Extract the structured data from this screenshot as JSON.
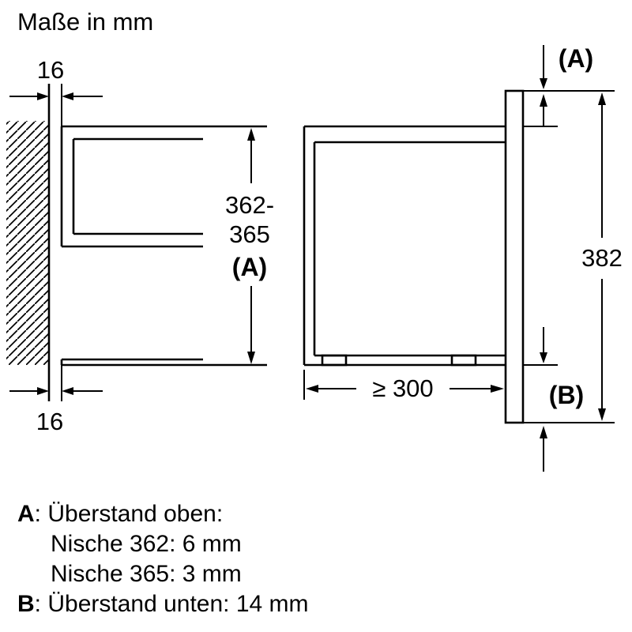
{
  "title": "Maße in mm",
  "colors": {
    "ink": "#000000",
    "background": "#ffffff"
  },
  "dims": {
    "wall_gap_top": "16",
    "wall_gap_bottom": "16",
    "niche_height_1": "362-",
    "niche_height_2": "365",
    "niche_height_label": "(A)",
    "depth_min": "≥ 300",
    "front_height": "382",
    "overhang_top": "(A)",
    "overhang_bottom": "(B)"
  },
  "legend": {
    "a_key": "A",
    "a_text": ": Überstand oben:",
    "a_detail_1": "Nische 362: 6 mm",
    "a_detail_2": "Nische 365: 3 mm",
    "b_key": "B",
    "b_text": ": Überstand unten: 14 mm"
  }
}
